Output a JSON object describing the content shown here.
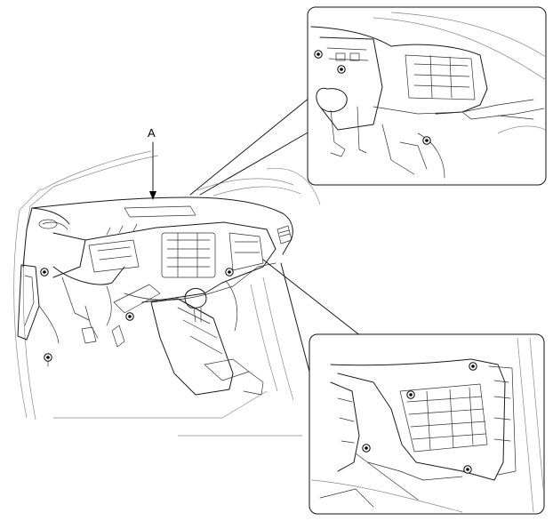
{
  "callout": {
    "label": "A"
  },
  "bolts": {
    "main": [
      "bolt-left-upper",
      "bolt-left-lower",
      "bolt-center-lower",
      "bolt-right-upper"
    ],
    "inset_top": [
      "bolt-top-left",
      "bolt-top-mid",
      "bolt-top-bottom"
    ],
    "inset_bottom": [
      "bolt-btm-upper-right",
      "bolt-btm-left",
      "bolt-btm-mid",
      "bolt-btm-lower-right"
    ]
  }
}
